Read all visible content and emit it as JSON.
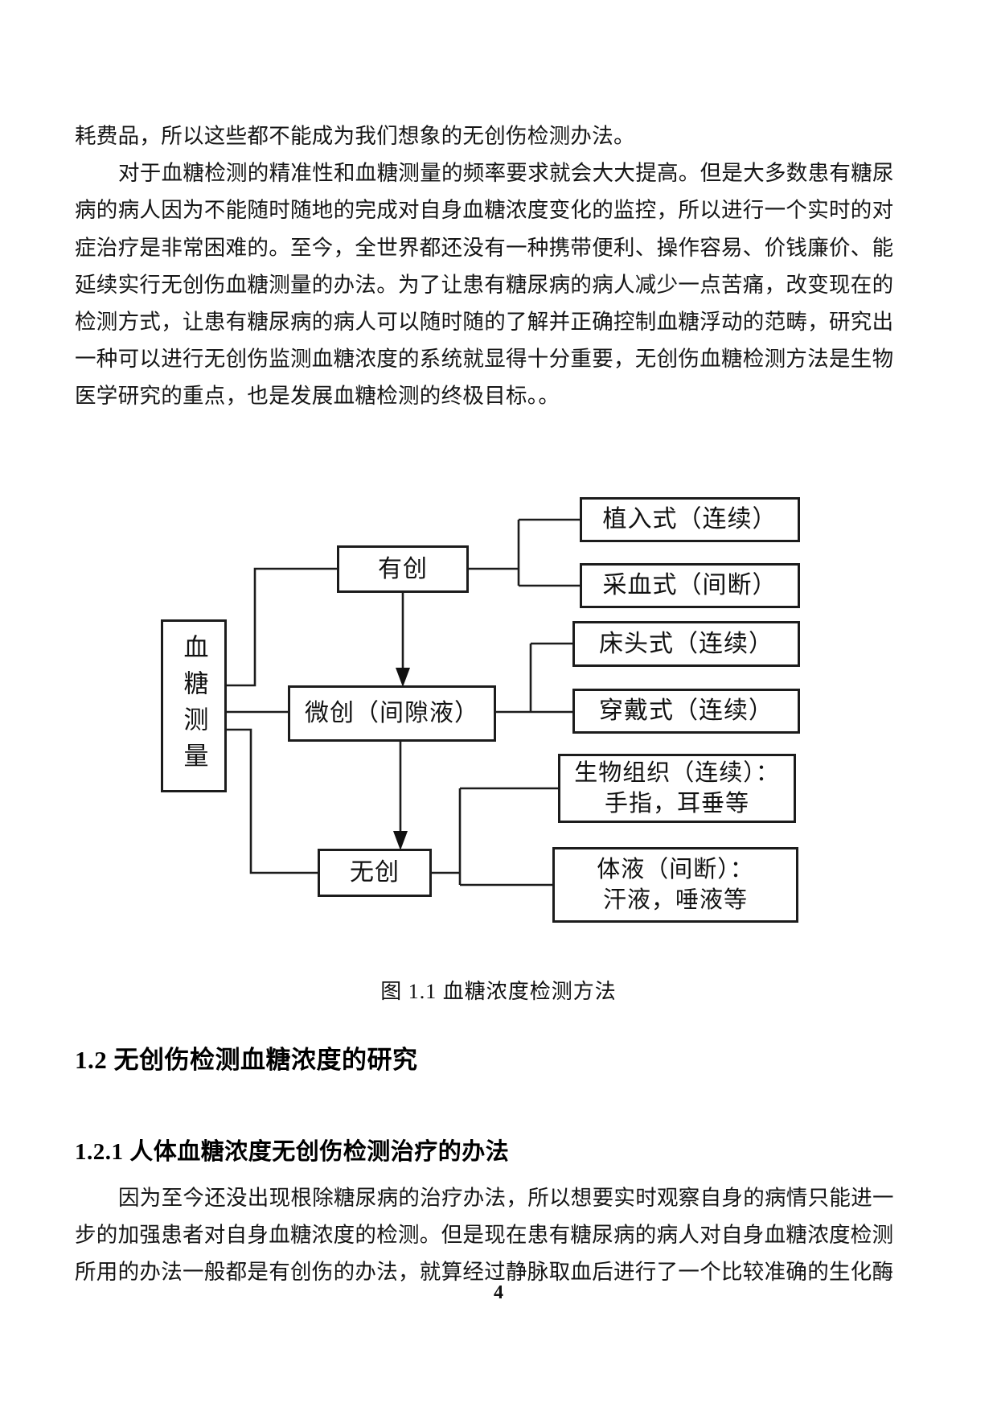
{
  "paragraph_top": {
    "lines": [
      "耗费品，所以这些都不能成为我们想象的无创伤检测办法。",
      "对于血糖检测的精准性和血糖测量的频率要求就会大大提高。但是大多数患有糖尿",
      "病的病人因为不能随时随地的完成对自身血糖浓度变化的监控，所以进行一个实时的对",
      "症治疗是非常困难的。至今，全世界都还没有一种携带便利、操作容易、价钱廉价、能",
      "延续实行无创伤血糖测量的办法。为了让患有糖尿病的病人减少一点苦痛，改变现在的",
      "检测方式，让患有糖尿病的病人可以随时随的了解并正确控制血糖浮动的范畴，研究出",
      "一种可以进行无创伤监测血糖浓度的系统就显得十分重要，无创伤血糖检测方法是生物",
      "医学研究的重点，也是发展血糖检测的终极目标。。"
    ]
  },
  "figure": {
    "caption": "图 1.1 血糖浓度检测方法",
    "nodes": {
      "root": "血糖测量",
      "invasive": "有创",
      "minimally_invasive": "微创（间隙液）",
      "non_invasive": "无创",
      "implantable": "植入式（连续）",
      "blood_sampling": "采血式（间断）",
      "bedside": "床头式（连续）",
      "wearable": "穿戴式（连续）",
      "bio_tissue_line1": "生物组织（连续）：",
      "bio_tissue_line2": "手指，耳垂等",
      "body_fluid_line1": "体液（间断）：",
      "body_fluid_line2": "汗液，唾液等"
    }
  },
  "sections": {
    "h12": "1.2 无创伤检测血糖浓度的研究",
    "h121": "1.2.1 人体血糖浓度无创伤检测治疗的办法"
  },
  "paragraph_bottom": {
    "lines": [
      "因为至今还没出现根除糖尿病的治疗办法，所以想要实时观察自身的病情只能进一",
      "步的加强患者对自身血糖浓度的检测。但是现在患有糖尿病的病人对自身血糖浓度检测",
      "所用的办法一般都是有创伤的办法，就算经过静脉取血后进行了一个比较准确的生化酶"
    ]
  },
  "page": {
    "number": "4"
  }
}
